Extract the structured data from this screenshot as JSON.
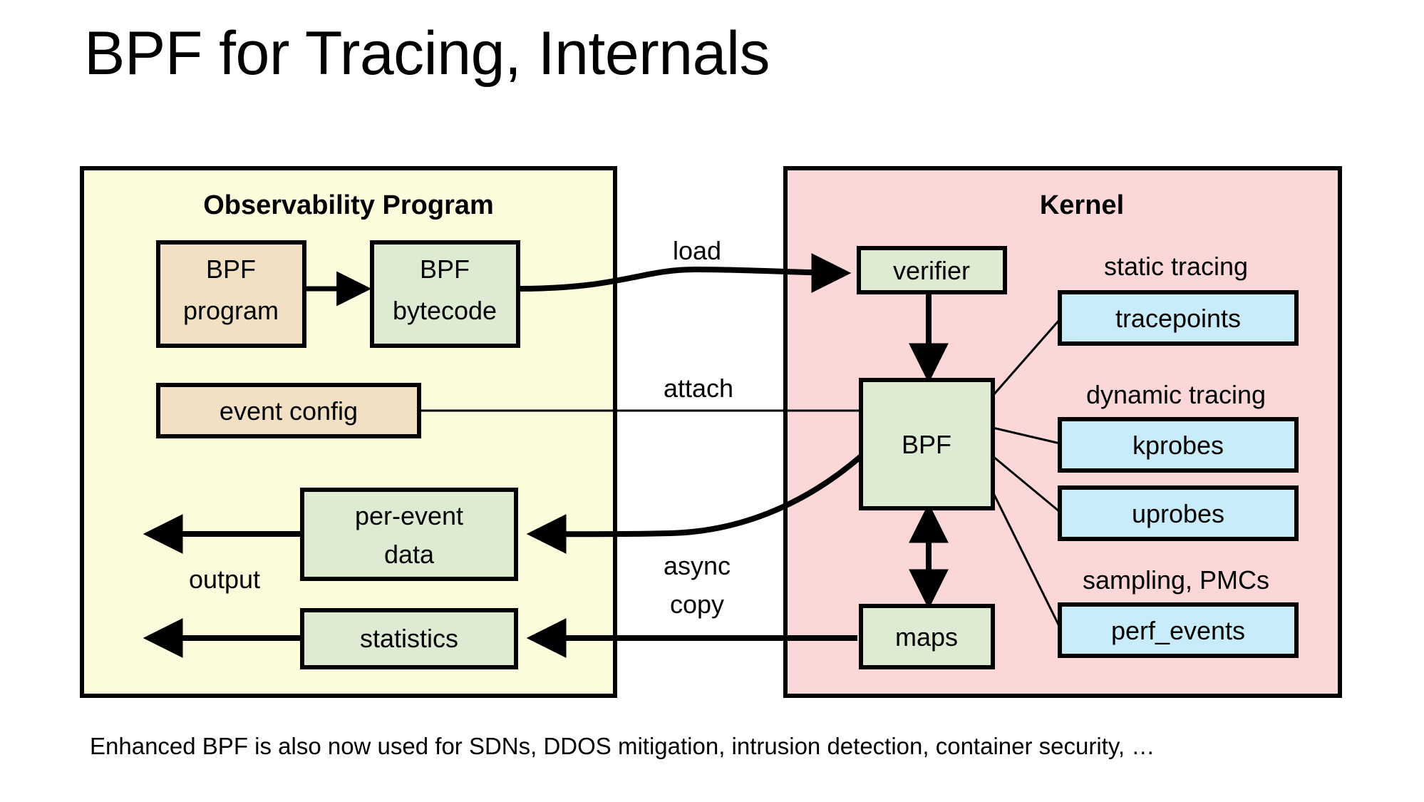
{
  "slide": {
    "title": "BPF for Tracing, Internals",
    "footnote": "Enhanced BPF is also now used for SDNs, DDOS mitigation, intrusion detection, container security, …"
  },
  "colors": {
    "panel_observability": "#FCFCDC",
    "panel_kernel": "#FBD7D7",
    "box_tan": "#F2E0C4",
    "box_green": "#DDEBD3",
    "box_blue": "#C9ECFB",
    "stroke": "#000000",
    "background": "#FFFFFF"
  },
  "panels": [
    {
      "id": "observability",
      "title": "Observability Program"
    },
    {
      "id": "kernel",
      "title": "Kernel"
    }
  ],
  "nodes": {
    "bpf_program": "BPF\nprogram",
    "bpf_program_line1": "BPF",
    "bpf_program_line2": "program",
    "bpf_bytecode_line1": "BPF",
    "bpf_bytecode_line2": "bytecode",
    "event_config": "event config",
    "per_event_data_line1": "per-event",
    "per_event_data_line2": "data",
    "statistics": "statistics",
    "verifier": "verifier",
    "bpf": "BPF",
    "maps": "maps",
    "tracepoints": "tracepoints",
    "kprobes": "kprobes",
    "uprobes": "uprobes",
    "perf_events": "perf_events"
  },
  "edge_labels": {
    "load": "load",
    "attach": "attach",
    "async_line1": "async",
    "async_line2": "copy",
    "output": "output"
  },
  "group_labels": {
    "static_tracing": "static tracing",
    "dynamic_tracing": "dynamic tracing",
    "sampling_pmcs": "sampling, PMCs"
  }
}
